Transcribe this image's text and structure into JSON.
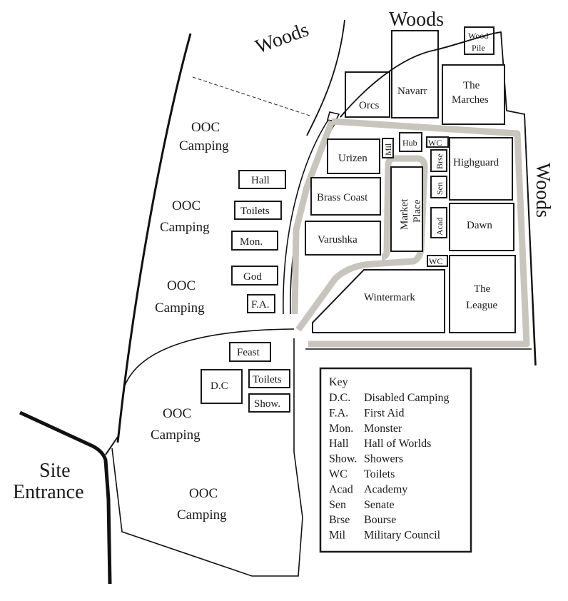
{
  "map": {
    "labels": {
      "woods_top_left": "Woods",
      "woods_top": "Woods",
      "woods_right": "Woods",
      "site_entrance": [
        "Site",
        "Entrance"
      ],
      "ooc_camping": [
        "OOC",
        "Camping"
      ]
    },
    "nations": {
      "orcs": "Orcs",
      "navarr": "Navarr",
      "the_marches": [
        "The",
        "Marches"
      ],
      "urizen": "Urizen",
      "brass_coast": "Brass Coast",
      "varushka": "Varushka",
      "highguard": "Highguard",
      "dawn": "Dawn",
      "wintermark": "Wintermark",
      "the_league": [
        "The",
        "League"
      ],
      "market_place": [
        "Market",
        "Place"
      ]
    },
    "facilities": {
      "wood_pile": [
        "Wood",
        "Pile"
      ],
      "hub": "Hub",
      "wc_top": "WC",
      "wc_bottom": "WC",
      "mil": "Mil",
      "brse": "Brse",
      "sen": "Sen",
      "acad": "Acad",
      "hall": "Hall",
      "toilets_left": "Toilets",
      "mon": "Mon.",
      "god": "God",
      "fa": "F.A.",
      "feast": "Feast",
      "dc": "D.C",
      "toilets_bottom": "Toilets",
      "show": "Show."
    }
  },
  "key": {
    "title": "Key",
    "entries": [
      {
        "abbr": "D.C.",
        "meaning": "Disabled Camping"
      },
      {
        "abbr": "F.A.",
        "meaning": "First Aid"
      },
      {
        "abbr": "Mon.",
        "meaning": "Monster"
      },
      {
        "abbr": "Hall",
        "meaning": "Hall of Worlds"
      },
      {
        "abbr": "Show.",
        "meaning": "Showers"
      },
      {
        "abbr": "WC",
        "meaning": "Toilets"
      },
      {
        "abbr": "Acad",
        "meaning": "Academy"
      },
      {
        "abbr": "Sen",
        "meaning": "Senate"
      },
      {
        "abbr": "Brse",
        "meaning": "Bourse"
      },
      {
        "abbr": "Mil",
        "meaning": "Military Council"
      }
    ]
  },
  "colors": {
    "line": "#1a1a1a",
    "footpath": "#c8c5be",
    "background": "#ffffff"
  }
}
